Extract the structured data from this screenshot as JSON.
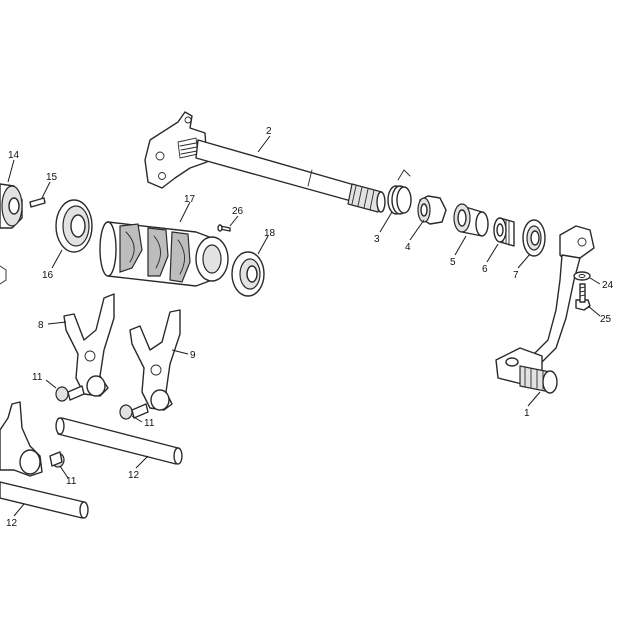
{
  "callouts": [
    {
      "id": "c1",
      "label": "1"
    },
    {
      "id": "c2",
      "label": "2"
    },
    {
      "id": "c3",
      "label": "3"
    },
    {
      "id": "c4",
      "label": "4"
    },
    {
      "id": "c5",
      "label": "5"
    },
    {
      "id": "c6",
      "label": "6"
    },
    {
      "id": "c7",
      "label": "7"
    },
    {
      "id": "c8",
      "label": "8"
    },
    {
      "id": "c9",
      "label": "9"
    },
    {
      "id": "c11a",
      "label": "11"
    },
    {
      "id": "c11b",
      "label": "11"
    },
    {
      "id": "c11c",
      "label": "11"
    },
    {
      "id": "c12a",
      "label": "12"
    },
    {
      "id": "c12b",
      "label": "12"
    },
    {
      "id": "c14",
      "label": "14"
    },
    {
      "id": "c15",
      "label": "15"
    },
    {
      "id": "c16",
      "label": "16"
    },
    {
      "id": "c17",
      "label": "17"
    },
    {
      "id": "c18",
      "label": "18"
    },
    {
      "id": "c24",
      "label": "24"
    },
    {
      "id": "c25",
      "label": "25"
    },
    {
      "id": "c26",
      "label": "26"
    }
  ]
}
